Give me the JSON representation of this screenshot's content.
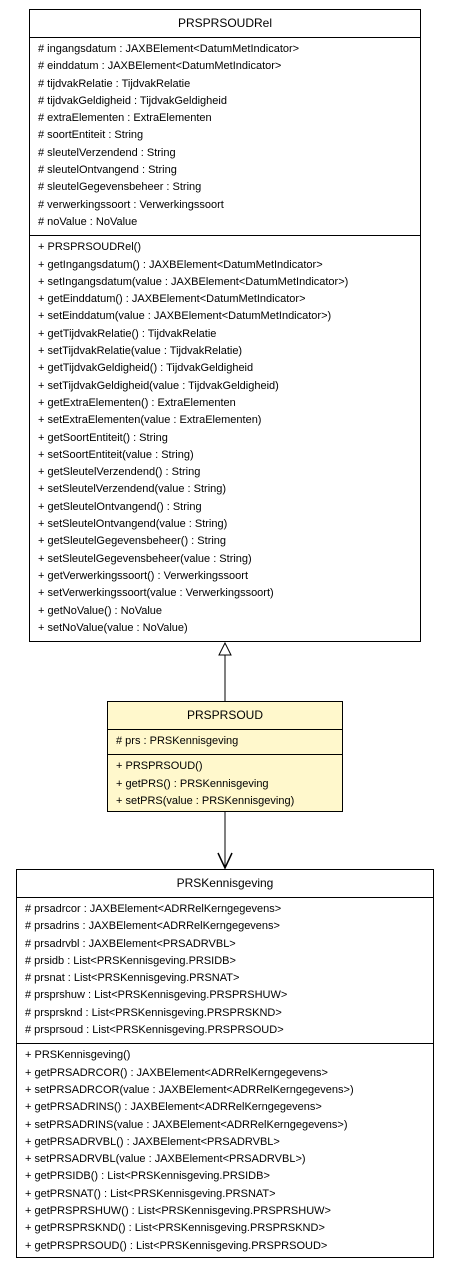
{
  "classes": {
    "rel": {
      "name": "PRSPRSOUDRel",
      "attributes": [
        "# ingangsdatum : JAXBElement<DatumMetIndicator>",
        "# einddatum : JAXBElement<DatumMetIndicator>",
        "# tijdvakRelatie : TijdvakRelatie",
        "# tijdvakGeldigheid : TijdvakGeldigheid",
        "# extraElementen : ExtraElementen",
        "# soortEntiteit : String",
        "# sleutelVerzendend : String",
        "# sleutelOntvangend : String",
        "# sleutelGegevensbeheer : String",
        "# verwerkingssoort : Verwerkingssoort",
        "# noValue : NoValue"
      ],
      "methods": [
        "+ PRSPRSOUDRel()",
        "+ getIngangsdatum() : JAXBElement<DatumMetIndicator>",
        "+ setIngangsdatum(value : JAXBElement<DatumMetIndicator>)",
        "+ getEinddatum() : JAXBElement<DatumMetIndicator>",
        "+ setEinddatum(value : JAXBElement<DatumMetIndicator>)",
        "+ getTijdvakRelatie() : TijdvakRelatie",
        "+ setTijdvakRelatie(value : TijdvakRelatie)",
        "+ getTijdvakGeldigheid() : TijdvakGeldigheid",
        "+ setTijdvakGeldigheid(value : TijdvakGeldigheid)",
        "+ getExtraElementen() : ExtraElementen",
        "+ setExtraElementen(value : ExtraElementen)",
        "+ getSoortEntiteit() : String",
        "+ setSoortEntiteit(value : String)",
        "+ getSleutelVerzendend() : String",
        "+ setSleutelVerzendend(value : String)",
        "+ getSleutelOntvangend() : String",
        "+ setSleutelOntvangend(value : String)",
        "+ getSleutelGegevensbeheer() : String",
        "+ setSleutelGegevensbeheer(value : String)",
        "+ getVerwerkingssoort() : Verwerkingssoort",
        "+ setVerwerkingssoort(value : Verwerkingssoort)",
        "+ getNoValue() : NoValue",
        "+ setNoValue(value : NoValue)"
      ]
    },
    "oud": {
      "name": "PRSPRSOUD",
      "attributes": [
        "# prs : PRSKennisgeving"
      ],
      "methods": [
        "+ PRSPRSOUD()",
        "+ getPRS() : PRSKennisgeving",
        "+ setPRS(value : PRSKennisgeving)"
      ]
    },
    "kennis": {
      "name": "PRSKennisgeving",
      "attributes": [
        "# prsadrcor : JAXBElement<ADRRelKerngegevens>",
        "# prsadrins : JAXBElement<ADRRelKerngegevens>",
        "# prsadrvbl : JAXBElement<PRSADRVBL>",
        "# prsidb : List<PRSKennisgeving.PRSIDB>",
        "# prsnat : List<PRSKennisgeving.PRSNAT>",
        "# prsprshuw : List<PRSKennisgeving.PRSPRSHUW>",
        "# prsprsknd : List<PRSKennisgeving.PRSPRSKND>",
        "# prsprsoud : List<PRSKennisgeving.PRSPRSOUD>"
      ],
      "methods": [
        "+ PRSKennisgeving()",
        "+ getPRSADRCOR() : JAXBElement<ADRRelKerngegevens>",
        "+ setPRSADRCOR(value : JAXBElement<ADRRelKerngegevens>)",
        "+ getPRSADRINS() : JAXBElement<ADRRelKerngegevens>",
        "+ setPRSADRINS(value : JAXBElement<ADRRelKerngegevens>)",
        "+ getPRSADRVBL() : JAXBElement<PRSADRVBL>",
        "+ setPRSADRVBL(value : JAXBElement<PRSADRVBL>)",
        "+ getPRSIDB() : List<PRSKennisgeving.PRSIDB>",
        "+ getPRSNAT() : List<PRSKennisgeving.PRSNAT>",
        "+ getPRSPRSHUW() : List<PRSKennisgeving.PRSPRSHUW>",
        "+ getPRSPRSKND() : List<PRSKennisgeving.PRSPRSKND>",
        "+ getPRSPRSOUD() : List<PRSKennisgeving.PRSPRSOUD>"
      ]
    }
  },
  "colors": {
    "highlight_fill": "#fff8cc",
    "border": "#000000",
    "default_fill": "#ffffff"
  }
}
